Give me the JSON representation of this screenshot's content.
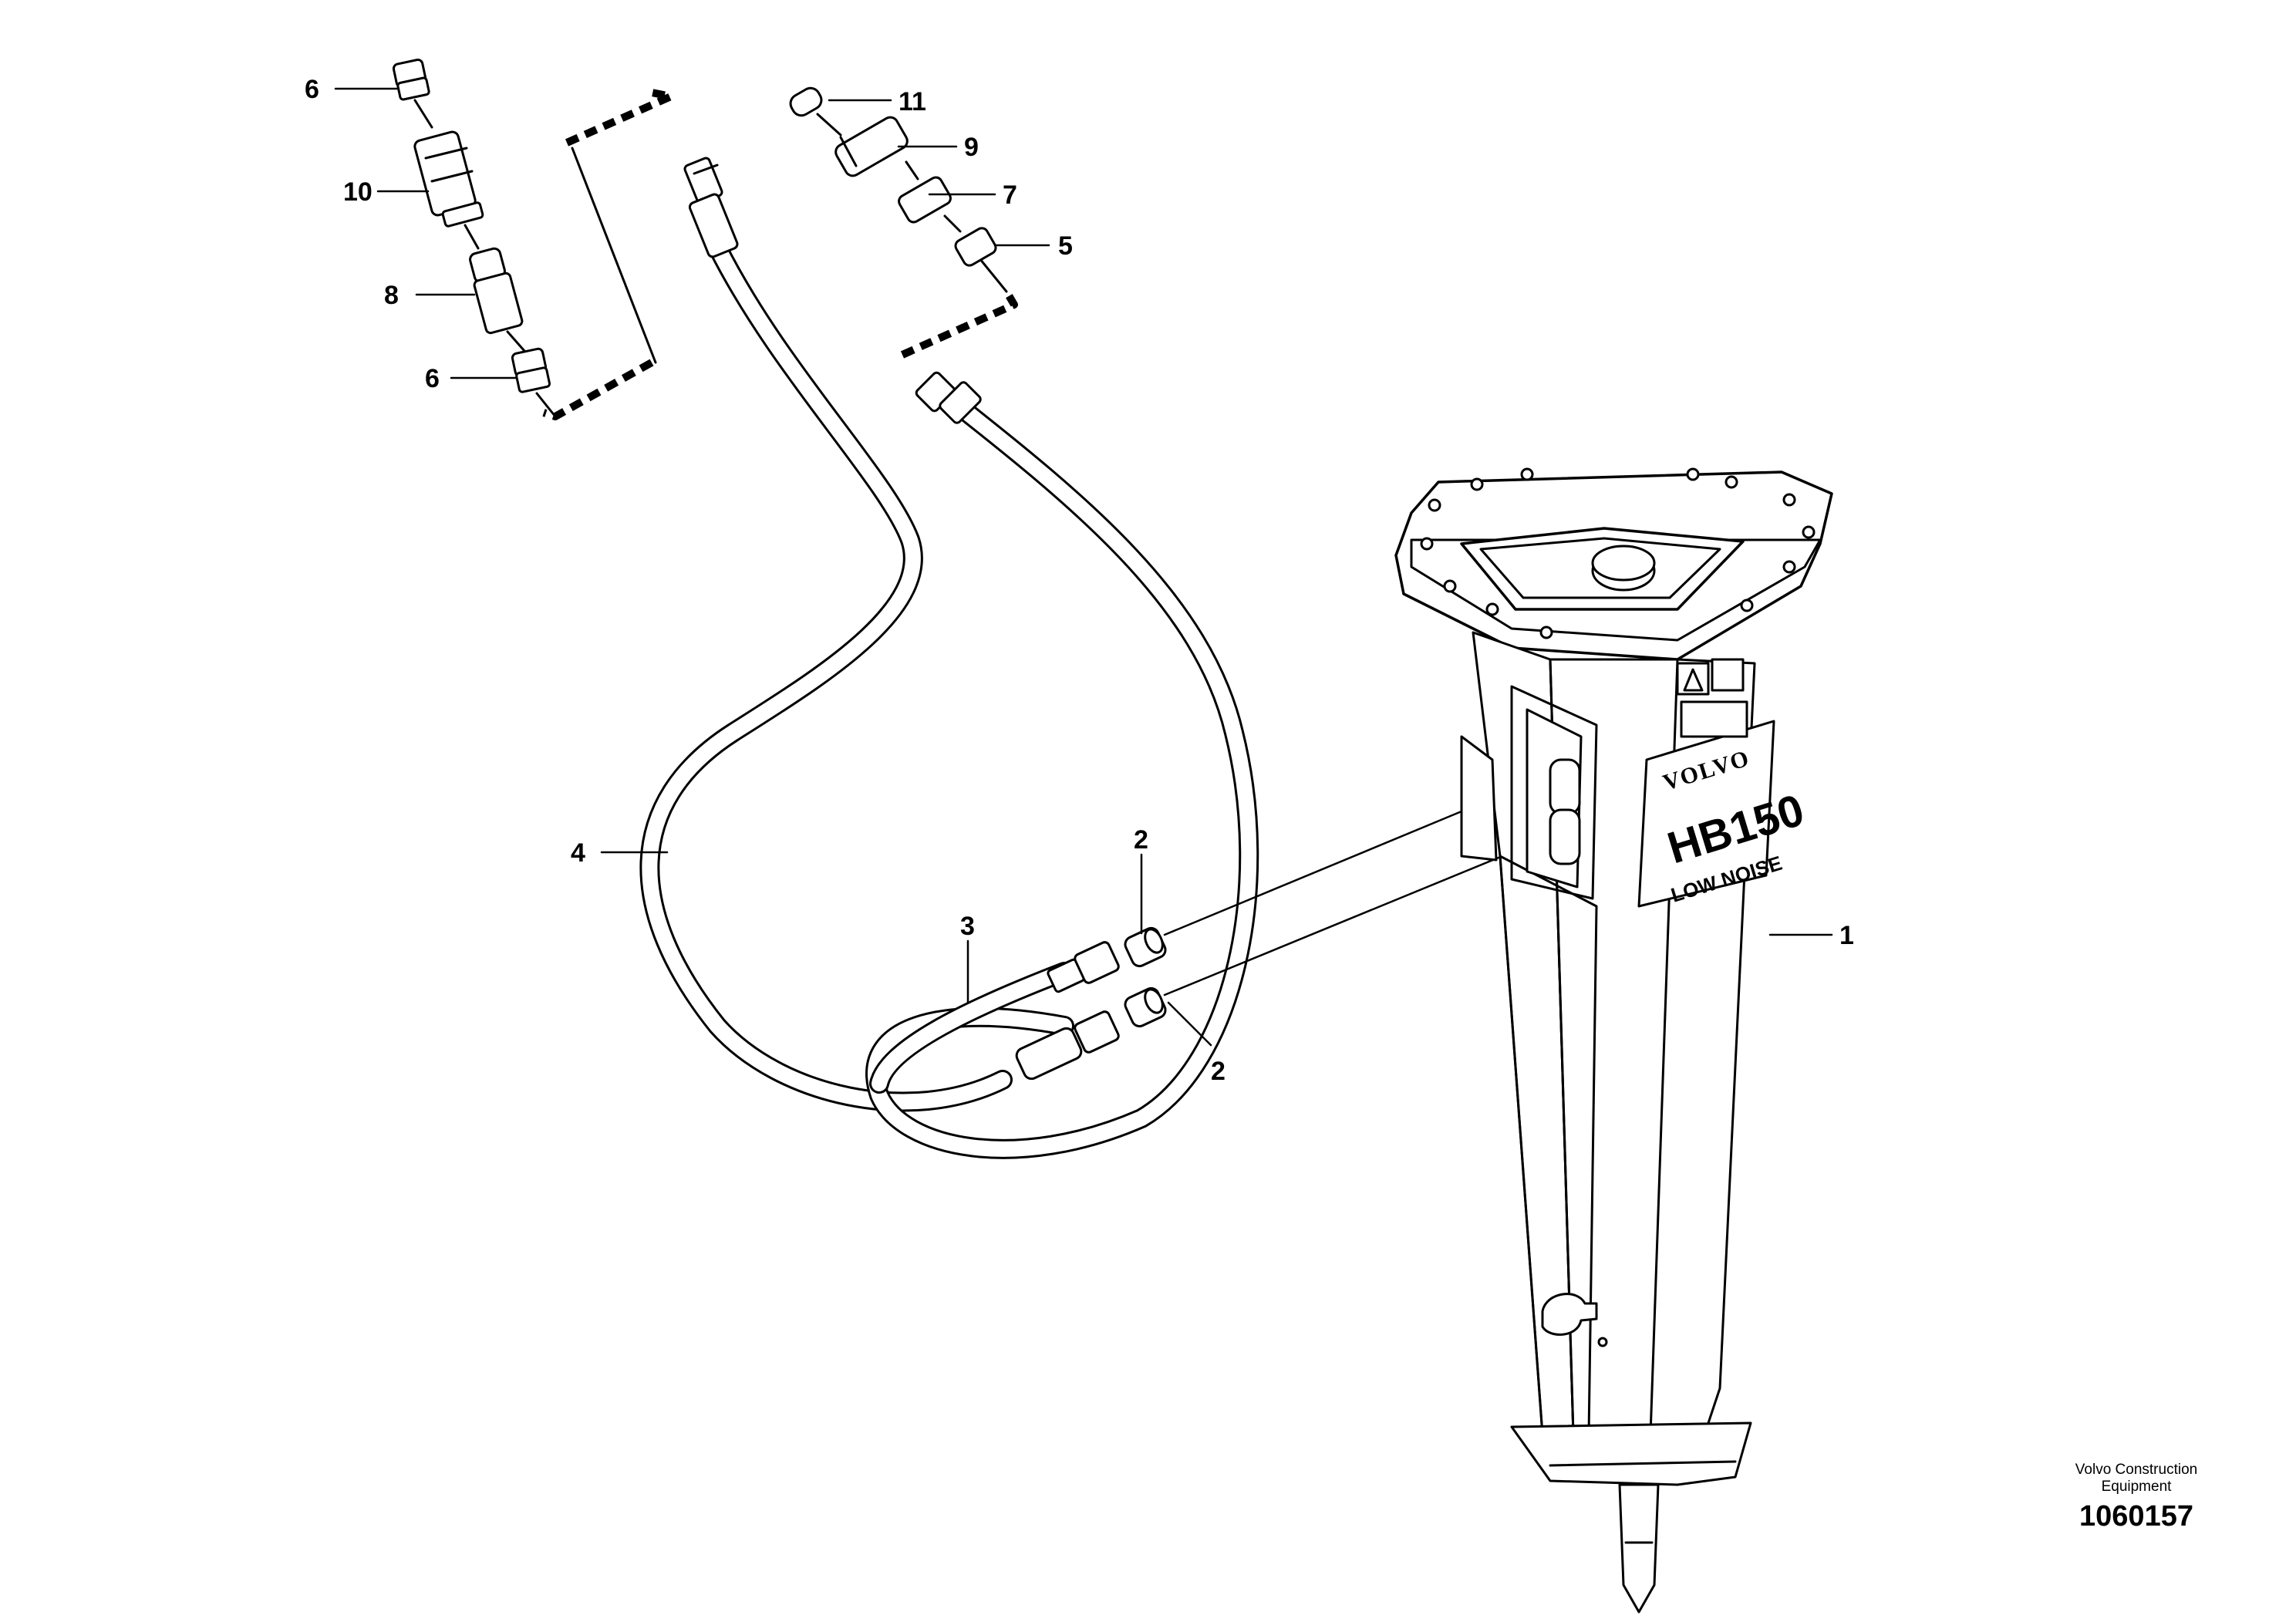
{
  "callouts": {
    "c1": "1",
    "c2a": "2",
    "c2b": "2",
    "c3": "3",
    "c4": "4",
    "c5": "5",
    "c6a": "6",
    "c6b": "6",
    "c7": "7",
    "c8": "8",
    "c9": "9",
    "c10": "10",
    "c11": "11"
  },
  "breaker_label": {
    "brand": "VOLVO",
    "model": "HB150",
    "variant": "LOW NOISE"
  },
  "footer": {
    "maker_line1": "Volvo Construction",
    "maker_line2": "Equipment",
    "drawing_number": "1060157"
  }
}
